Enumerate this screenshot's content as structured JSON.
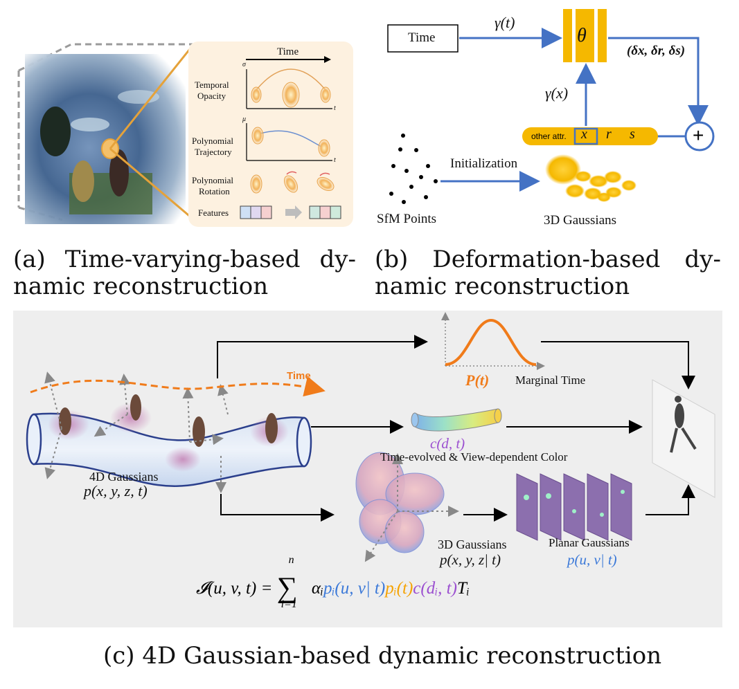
{
  "panel_a": {
    "caption_line1": "(a)  Time-varying-based  dy-",
    "caption_line2": "namic reconstruction",
    "time_label": "Time",
    "row1_label_1": "Temporal",
    "row1_label_2": "Opacity",
    "row1_axis_y": "σ",
    "row1_axis_x": "t",
    "row2_label_1": "Polynomial",
    "row2_label_2": "Trajectory",
    "row2_axis_y": "μ",
    "row2_axis_x": "t",
    "row3_label_1": "Polynomial",
    "row3_label_2": "Rotation",
    "features_label": "Features"
  },
  "panel_b": {
    "caption_line1": "(b)  Deformation-based  dy-",
    "caption_line2": "namic reconstruction",
    "time_box": "Time",
    "gamma_t": "γ(t)",
    "gamma_x": "γ(x)",
    "theta": "θ",
    "deltas": "(δx, δr, δs)",
    "other_attr": "other attr.",
    "attr_x": "x",
    "attr_r": "r",
    "attr_s": "s",
    "plus": "+",
    "initialization": "Initialization",
    "sfm_points": "SfM Points",
    "gaussians_3d": "3D Gaussians"
  },
  "panel_c": {
    "caption": "(c) 4D Gaussian-based dynamic reconstruction",
    "time_label": "Time",
    "gaussians_4d": "4D Gaussians",
    "p_xyzt": "p(x, y, z, t)",
    "p_t": "P(t)",
    "marginal_time": "Marginal Time",
    "c_dt": "c(d, t)",
    "color_label": "Time-evolved & View-dependent Color",
    "gaussians_3d": "3D Gaussians",
    "p_xyz_t": "p(x, y, z| t)",
    "planar": "Planar Gaussians",
    "p_uv_t": "p(u, v| t)",
    "eq_lhs": "𝓘(u, v, t) = ",
    "eq_sum_top": "n",
    "eq_sum_bottom": "i=1",
    "eq_alpha": "αᵢ",
    "eq_p_uv": "pᵢ(u, v| t)",
    "eq_p_t": "pᵢ(t)",
    "eq_c": "c(dᵢ, t)",
    "eq_T": "Tᵢ"
  },
  "colors": {
    "blue_arrow": "#4472c4",
    "theta_gold": "#f5b800",
    "orange": "#f07b1a",
    "purple": "#9b4fd0",
    "light_blue": "#3a78d8",
    "panel_bg": "#eeeeee"
  }
}
